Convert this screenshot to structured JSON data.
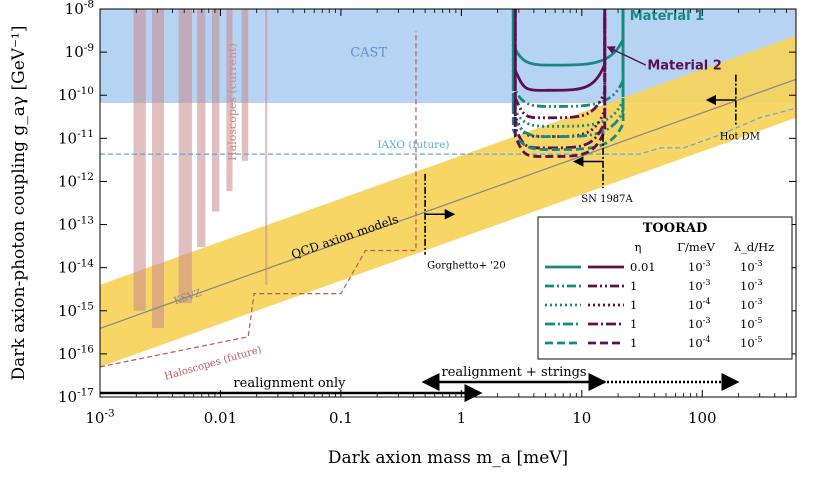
{
  "chart_data": {
    "type": "line",
    "xlabel": "Dark axion mass m_a [meV]",
    "ylabel": "Dark axion-photon coupling g_aγ [GeV⁻¹]",
    "x_scale": "log",
    "y_scale": "log",
    "xlim": [
      0.001,
      600
    ],
    "ylim": [
      1e-17,
      1e-08
    ],
    "x_ticks": [
      {
        "value": 0.001,
        "label": "10^-3"
      },
      {
        "value": 0.01,
        "label": "0.01"
      },
      {
        "value": 0.1,
        "label": "0.1"
      },
      {
        "value": 1,
        "label": "1"
      },
      {
        "value": 10,
        "label": "10"
      },
      {
        "value": 100,
        "label": "100"
      }
    ],
    "y_ticks": [
      {
        "exp": -8,
        "label": "10^-8"
      },
      {
        "exp": -9,
        "label": "10^-9"
      },
      {
        "exp": -10,
        "label": "10^-10"
      },
      {
        "exp": -11,
        "label": "10^-11"
      },
      {
        "exp": -12,
        "label": "10^-12"
      },
      {
        "exp": -13,
        "label": "10^-13"
      },
      {
        "exp": -14,
        "label": "10^-14"
      },
      {
        "exp": -15,
        "label": "10^-15"
      },
      {
        "exp": -16,
        "label": "10^-16"
      },
      {
        "exp": -17,
        "label": "10^-17"
      }
    ],
    "colors": {
      "material1": "#168a80",
      "material2": "#5c1052",
      "cast": "#a9cbf2",
      "qcd_band": "#f7d154",
      "haloscopes": "#c98a8c",
      "iaxo": "#5aa9e6",
      "ksvz": "#8a8a8a"
    },
    "regions": {
      "cast": {
        "label": "CAST",
        "g_upper": 6.6e-11
      },
      "iaxo": {
        "label": "IAXO (future)",
        "g": 4.3e-12,
        "m_end": 30
      },
      "haloscopes_current": {
        "label": "Haloscopes (current)",
        "bars": [
          {
            "m_min": 0.0019,
            "m_max": 0.0024,
            "g_low": 1e-15
          },
          {
            "m_min": 0.0027,
            "m_max": 0.0034,
            "g_low": 4e-16
          },
          {
            "m_min": 0.0045,
            "m_max": 0.0058,
            "g_low": 1.5e-15
          },
          {
            "m_min": 0.0064,
            "m_max": 0.0075,
            "g_low": 3e-14
          },
          {
            "m_min": 0.0085,
            "m_max": 0.0098,
            "g_low": 2e-13
          },
          {
            "m_min": 0.0112,
            "m_max": 0.0126,
            "g_low": 6e-13
          },
          {
            "m_min": 0.015,
            "m_max": 0.017,
            "g_low": 3e-12
          },
          {
            "m_min": 0.0235,
            "m_max": 0.0245,
            "g_low": 4e-15
          }
        ]
      },
      "haloscopes_future": {
        "label": "Haloscopes (future)",
        "line": [
          [
            0.001,
            5e-17
          ],
          [
            0.017,
            2.5e-16
          ],
          [
            0.019,
            2.5e-15
          ],
          [
            0.1,
            2.5e-15
          ],
          [
            0.16,
            2.5e-14
          ],
          [
            0.42,
            2.5e-14
          ],
          [
            0.42,
            3e-09
          ]
        ]
      },
      "qcd_band": {
        "label": "QCD axion models",
        "g_low_at_1meV": 5e-14,
        "g_high_at_1meV": 4e-12
      },
      "ksvz": {
        "label": "KSVZ",
        "g_at_1meV": 3.9e-13
      }
    },
    "annotations": [
      {
        "label": "Gorghetto+ '20",
        "m": 0.5,
        "g_low": 2e-14,
        "g_high": 1.5e-12,
        "arrow": "right"
      },
      {
        "label": "SN 1987A",
        "m": 15,
        "g_low": 7e-13,
        "g_high": 1.2e-11,
        "arrow": "left"
      },
      {
        "label": "Hot DM",
        "m": 190,
        "g_low": 2e-11,
        "g_high": 3e-10,
        "arrow": "left"
      }
    ],
    "series": [
      {
        "material": "Material 1",
        "style": "solid",
        "m_range": [
          2.7,
          22
        ],
        "g_min": 5e-10,
        "g_top": 1e-08
      },
      {
        "material": "Material 2",
        "style": "solid",
        "m_range": [
          2.8,
          15.5
        ],
        "g_min": 1.3e-10,
        "g_top": 1e-08
      },
      {
        "material": "Material 1",
        "style": "dashdotdot",
        "m_range": [
          2.7,
          22
        ],
        "g_min": 5.5e-11,
        "g_top": 1e-08
      },
      {
        "material": "Material 2",
        "style": "dashdotdot",
        "m_range": [
          2.8,
          15.5
        ],
        "g_min": 3e-11,
        "g_top": 1e-08
      },
      {
        "material": "Material 1",
        "style": "dotted",
        "m_range": [
          2.7,
          22
        ],
        "g_min": 1.9e-11,
        "g_top": 1e-08
      },
      {
        "material": "Material 2",
        "style": "dotted",
        "m_range": [
          2.8,
          15.5
        ],
        "g_min": 1.1e-11,
        "g_top": 1e-08
      },
      {
        "material": "Material 1",
        "style": "dashdot",
        "m_range": [
          2.7,
          22
        ],
        "g_min": 1.1e-11,
        "g_top": 1e-08
      },
      {
        "material": "Material 2",
        "style": "dashdot",
        "m_range": [
          2.8,
          15.5
        ],
        "g_min": 6e-12,
        "g_top": 1e-08
      },
      {
        "material": "Material 1",
        "style": "dashed",
        "m_range": [
          2.7,
          22
        ],
        "g_min": 5.5e-12,
        "g_top": 1e-08
      },
      {
        "material": "Material 2",
        "style": "dashed",
        "m_range": [
          2.8,
          15.5
        ],
        "g_min": 3.8e-12,
        "g_top": 1e-08
      }
    ],
    "material_labels": {
      "m1": "Material 1",
      "m2": "Material 2"
    },
    "legend": {
      "title": "TOORAD",
      "placement": "bottom-right",
      "headers": [
        "η",
        "Γ/meV",
        "λ_d/Hz"
      ],
      "rows": [
        {
          "style": "solid",
          "eta": "0.01",
          "gamma_exp": "-3",
          "lambda_exp": "-3"
        },
        {
          "style": "dashdotdot",
          "eta": "1",
          "gamma_exp": "-3",
          "lambda_exp": "-3"
        },
        {
          "style": "dotted",
          "eta": "1",
          "gamma_exp": "-4",
          "lambda_exp": "-3"
        },
        {
          "style": "dashdot",
          "eta": "1",
          "gamma_exp": "-3",
          "lambda_exp": "-5"
        },
        {
          "style": "dashed",
          "eta": "1",
          "gamma_exp": "-4",
          "lambda_exp": "-5"
        }
      ]
    },
    "scenarios": [
      {
        "label": "realignment only",
        "m_from": 0.001,
        "m_to": 1.4,
        "style": "solid",
        "head": "end"
      },
      {
        "label": "realignment + strings",
        "m_from": 0.5,
        "m_to": 15,
        "style": "solid",
        "head": "both"
      },
      {
        "label": "",
        "m_from": 15,
        "m_to": 190,
        "style": "dotted",
        "head": "end"
      }
    ]
  }
}
